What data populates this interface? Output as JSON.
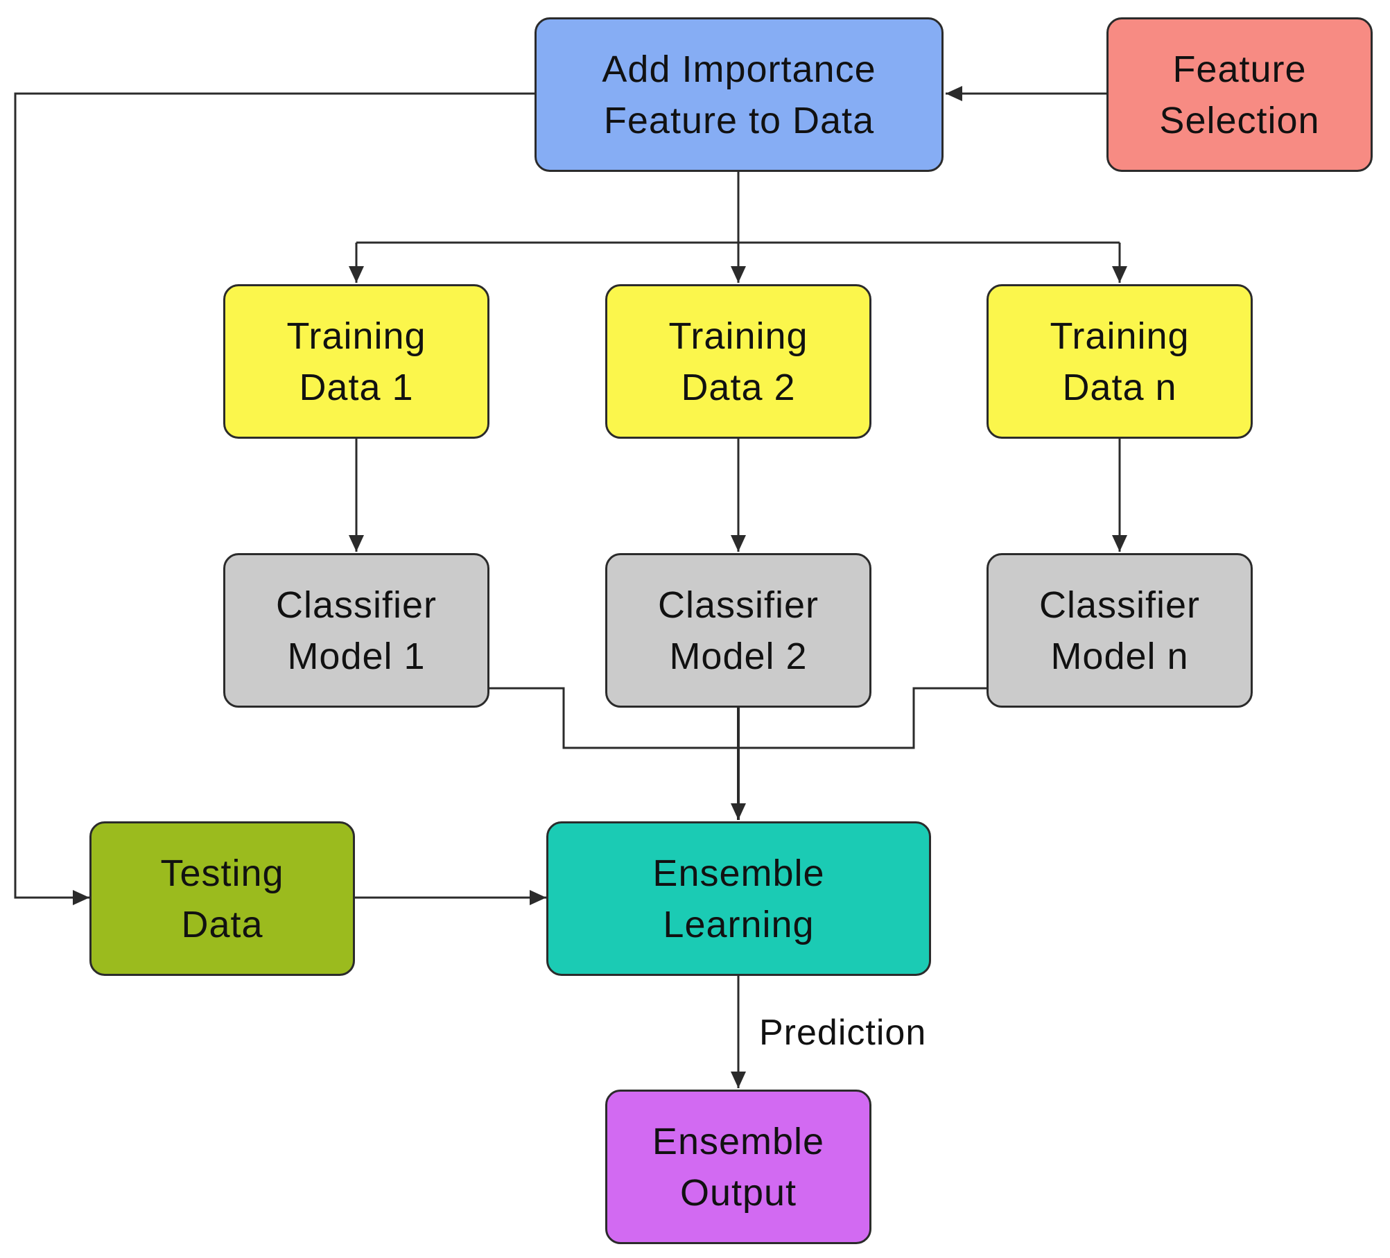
{
  "nodes": {
    "add_importance": {
      "lines": [
        "Add Importance",
        "Feature to Data"
      ],
      "color": "#86adf4"
    },
    "feature_selection": {
      "lines": [
        "Feature",
        "Selection"
      ],
      "color": "#f78b83"
    },
    "training_1": {
      "lines": [
        "Training",
        "Data 1"
      ],
      "color": "#fbf64c"
    },
    "training_2": {
      "lines": [
        "Training",
        "Data 2"
      ],
      "color": "#fbf64c"
    },
    "training_n": {
      "lines": [
        "Training",
        "Data n"
      ],
      "color": "#fbf64c"
    },
    "classifier_1": {
      "lines": [
        "Classifier",
        "Model 1"
      ],
      "color": "#cbcbcb"
    },
    "classifier_2": {
      "lines": [
        "Classifier",
        "Model 2"
      ],
      "color": "#cbcbcb"
    },
    "classifier_n": {
      "lines": [
        "Classifier",
        "Model n"
      ],
      "color": "#cbcbcb"
    },
    "testing_data": {
      "lines": [
        "Testing",
        "Data"
      ],
      "color": "#9bbb1e"
    },
    "ensemble_learning": {
      "lines": [
        "Ensemble",
        "Learning"
      ],
      "color": "#1bcbb4"
    },
    "ensemble_output": {
      "lines": [
        "Ensemble",
        "Output"
      ],
      "color": "#d26af2"
    }
  },
  "edge_labels": {
    "prediction": "Prediction"
  },
  "line_color": "#2b2b2b"
}
